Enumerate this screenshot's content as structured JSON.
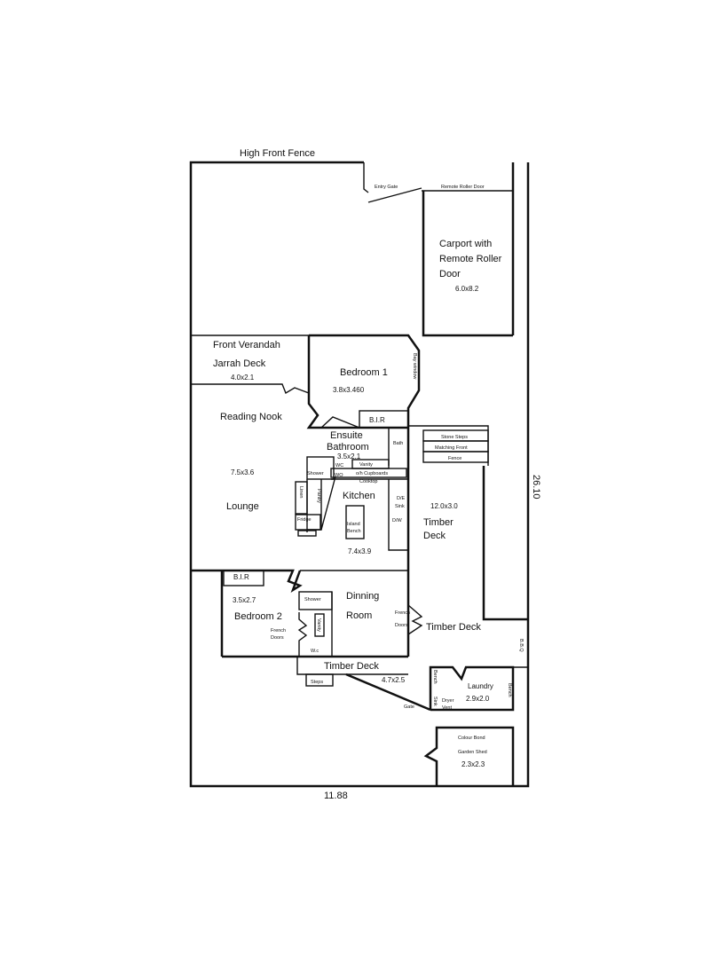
{
  "plan": {
    "fence": "High Front Fence",
    "entry_gate": "Entry Gate",
    "remote_roller_door": "Remote Roller Door",
    "carport": [
      "Carport with",
      "Remote Roller",
      "Door"
    ],
    "carport_size": "6.0x8.2",
    "front_verandah": "Front Verandah",
    "jarrah_deck": "Jarrah Deck",
    "jarrah_size": "4.0x2.1",
    "bedroom1": "Bedroom 1",
    "bedroom1_size": "3.8x3.460",
    "bay_window": "Bay window",
    "bir1": "B.I.R",
    "reading_nook": "Reading Nook",
    "lounge_size": "7.5x3.6",
    "lounge": "Lounge",
    "ensuite": [
      "Ensuite",
      "Bathroom"
    ],
    "ensuite_size": "3.5x2.1",
    "bath": "Bath",
    "wc": "WC",
    "vanity": "Vanity",
    "shower1": "Shower",
    "wo": "WO",
    "cupboards": "o/h Cupboards",
    "cooktop": "Cooktop",
    "pantry": "Pantry",
    "linen": "Linen",
    "kitchen": "Kitchen",
    "de": "D/E",
    "sink": "Sink",
    "dw": "D/W",
    "fridge": "Fridge",
    "island": [
      "Island",
      "Bench"
    ],
    "kitchen_size": "7.4x3.9",
    "stone_steps": "Stone Steps",
    "matching_fence": [
      "Matching Front",
      "Fence"
    ],
    "timber_deck_size": "12.0x3.0",
    "timber_deck": [
      "Timber",
      "Deck"
    ],
    "bir2": "B.I.R",
    "bedroom2_size": "3.5x2.7",
    "bedroom2": "Bedroom 2",
    "shower2": "Shower",
    "french_doors": [
      "French",
      "Doors"
    ],
    "vanity2": "Vanity",
    "wc2": "W.c",
    "dining": [
      "Dinning",
      "Room"
    ],
    "french_doors2": [
      "French",
      "Doors"
    ],
    "timber_deck2": "Timber Deck",
    "timber_deck3": "Timber Deck",
    "deck3_size": "4.7x2.5",
    "steps": "Steps",
    "gate2": "Gate",
    "bench1": "Bench",
    "laundry": "Laundry",
    "laundry_size": "2.9x2.0",
    "sink2": "Sink",
    "dryer_vent": [
      "Dryer",
      "Vent"
    ],
    "bench2": "Bench",
    "bbq": "B.B.Q",
    "shed": [
      "Colour Bond",
      "Garden Shed"
    ],
    "shed_size": "2.3x2.3",
    "width_dim": "11.88",
    "length_dim": "26.10"
  }
}
